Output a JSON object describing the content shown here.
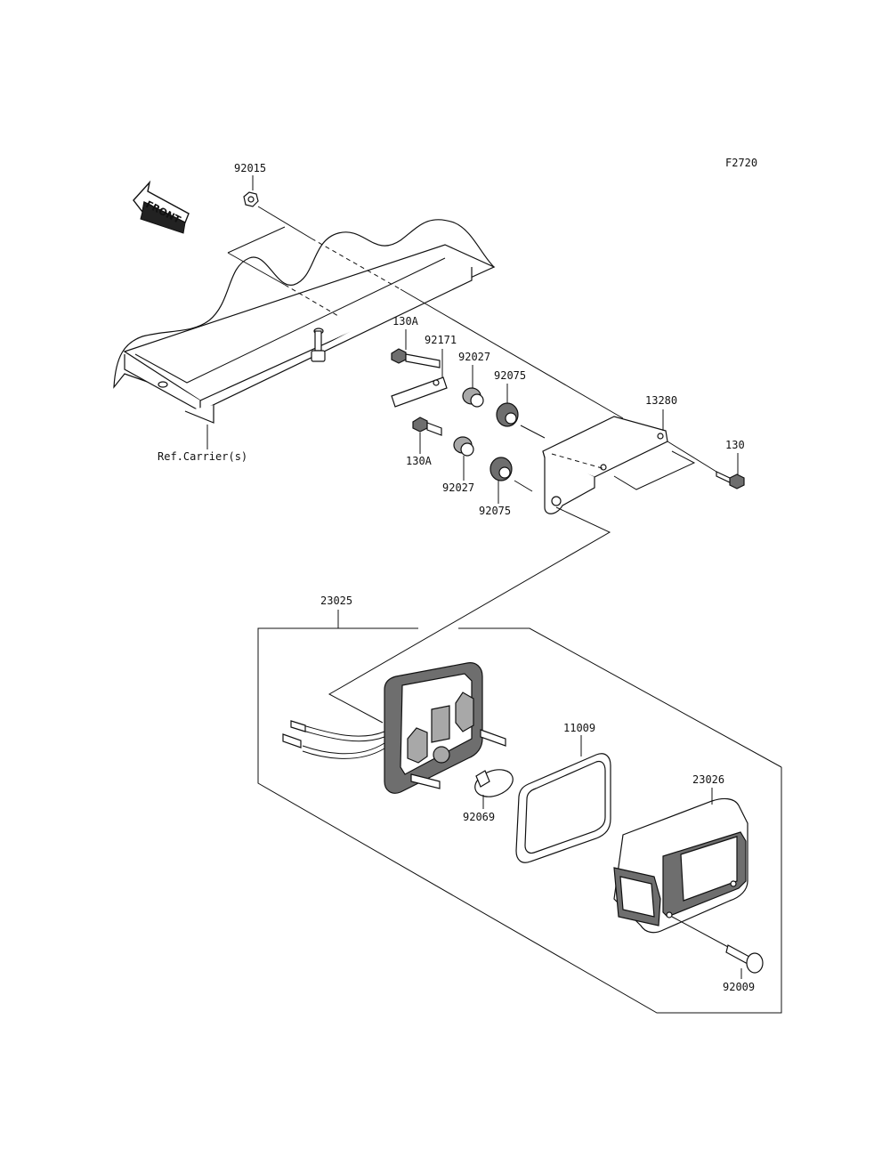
{
  "figure_code": "F2720",
  "front_label": "FRONT",
  "ref_label": "Ref.Carrier(s)",
  "parts": {
    "p92015": "92015",
    "p130A_top": "130A",
    "p92171": "92171",
    "p92027_top": "92027",
    "p92075_top": "92075",
    "p13280": "13280",
    "p130": "130",
    "p130A_bottom": "130A",
    "p92027_bottom": "92027",
    "p92075_bottom": "92075",
    "p23025": "23025",
    "p11009": "11009",
    "p23026": "23026",
    "p92069": "92069",
    "p92009": "92009"
  }
}
